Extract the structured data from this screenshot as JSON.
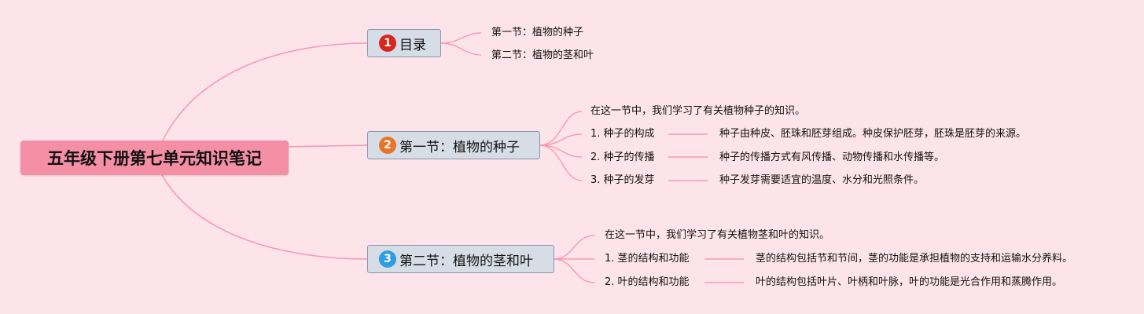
{
  "root": {
    "title": "五年级下册第七单元知识笔记"
  },
  "colors": {
    "background": "#fde4ea",
    "root_fill": "#f48fa6",
    "topic_fill": "#d7dde6",
    "line": "#f59bb2",
    "badge_1": "#d9261c",
    "badge_2": "#e8742a",
    "badge_3": "#2f9de0"
  },
  "topics": [
    {
      "badge": "1",
      "title": "目录",
      "children": [
        "第一节：植物的种子",
        "第二节：植物的茎和叶"
      ]
    },
    {
      "badge": "2",
      "title": "第一节：植物的种子",
      "intro": "在这一节中，我们学习了有关植物种子的知识。",
      "items": [
        {
          "label": "1. 种子的构成",
          "detail": "种子由种皮、胚珠和胚芽组成。种皮保护胚芽，胚珠是胚芽的来源。"
        },
        {
          "label": "2. 种子的传播",
          "detail": "种子的传播方式有风传播、动物传播和水传播等。"
        },
        {
          "label": "3. 种子的发芽",
          "detail": "种子发芽需要适宜的温度、水分和光照条件。"
        }
      ]
    },
    {
      "badge": "3",
      "title": "第二节：植物的茎和叶",
      "intro": "在这一节中，我们学习了有关植物茎和叶的知识。",
      "items": [
        {
          "label": "1. 茎的结构和功能",
          "detail": "茎的结构包括节和节间，茎的功能是承担植物的支持和运输水分养料。"
        },
        {
          "label": "2. 叶的结构和功能",
          "detail": "叶的结构包括叶片、叶柄和叶脉，叶的功能是光合作用和蒸腾作用。"
        }
      ]
    }
  ]
}
